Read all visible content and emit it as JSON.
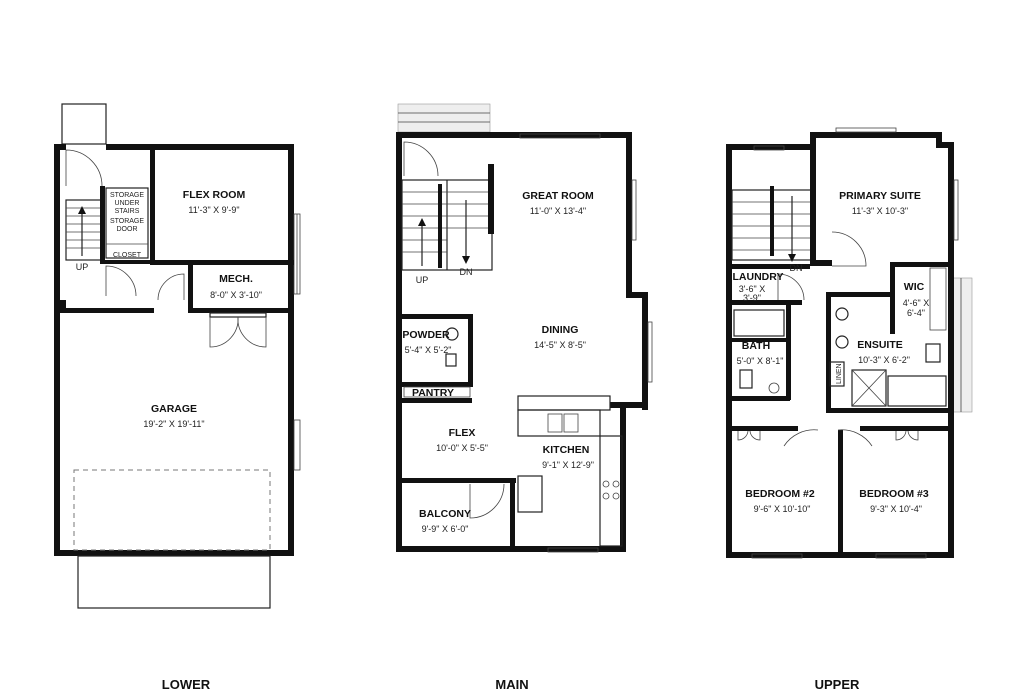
{
  "floors": {
    "lower": {
      "label": "LOWER",
      "rooms": {
        "flex": {
          "name": "FLEX ROOM",
          "dim": "11'-3\" X 9'-9\""
        },
        "mech": {
          "name": "MECH.",
          "dim": "8'-0\" X 3'-10\""
        },
        "garage": {
          "name": "GARAGE",
          "dim": "19'-2\" X 19'-11\""
        },
        "closet": {
          "name": "CLOSET"
        }
      },
      "notes": {
        "storage1": "STORAGE",
        "storage2": "UNDER",
        "storage3": "STAIRS",
        "storage4": "STORAGE",
        "storage5": "DOOR",
        "up": "UP"
      }
    },
    "main": {
      "label": "MAIN",
      "rooms": {
        "great": {
          "name": "GREAT ROOM",
          "dim": "11'-0\" X 13'-4\""
        },
        "dining": {
          "name": "DINING",
          "dim": "14'-5\" X 8'-5\""
        },
        "powder": {
          "name": "POWDER",
          "dim": "5'-4\" X 5'-2\""
        },
        "pantry": {
          "name": "PANTRY"
        },
        "flex": {
          "name": "FLEX",
          "dim": "10'-0\" X 5'-5\""
        },
        "kitchen": {
          "name": "KITCHEN",
          "dim": "9'-1\" X 12'-9\""
        },
        "balcony": {
          "name": "BALCONY",
          "dim": "9'-9\" X 6'-0\""
        }
      },
      "notes": {
        "up": "UP",
        "dn": "DN"
      }
    },
    "upper": {
      "label": "UPPER",
      "rooms": {
        "primary": {
          "name": "PRIMARY SUITE",
          "dim": "11'-3\" X 10'-3\""
        },
        "laundry": {
          "name": "LAUNDRY",
          "dim1": "3'-6\" X",
          "dim2": "3'-9\""
        },
        "wic": {
          "name": "WIC",
          "dim1": "4'-6\" X",
          "dim2": "6'-4\""
        },
        "bath": {
          "name": "BATH",
          "dim": "5'-0\" X 8'-1\""
        },
        "ensuite": {
          "name": "ENSUITE",
          "dim": "10'-3\" X 6'-2\""
        },
        "bed2": {
          "name": "BEDROOM #2",
          "dim": "9'-6\" X 10'-10\""
        },
        "bed3": {
          "name": "BEDROOM #3",
          "dim": "9'-3\" X 10'-4\""
        }
      },
      "notes": {
        "dn": "DN",
        "linen": "LINEN"
      }
    }
  }
}
